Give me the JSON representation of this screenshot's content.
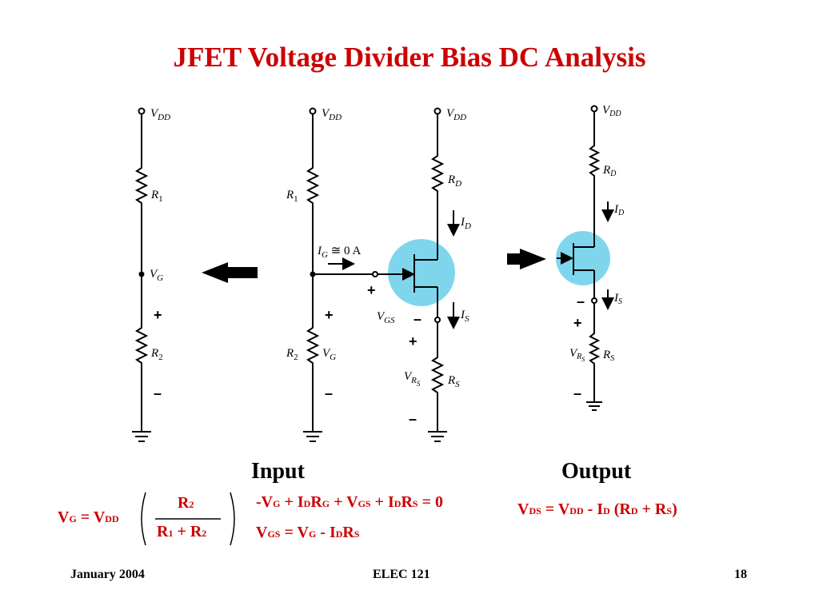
{
  "title": "JFET Voltage Divider Bias DC Analysis",
  "labels": {
    "vdd": "V",
    "vdd_sub": "DD",
    "r1": "R",
    "r1_sub": "1",
    "r2": "R",
    "r2_sub": "2",
    "vg": "V",
    "vg_sub": "G",
    "rd": "R",
    "rd_sub": "D",
    "rs": "R",
    "rs_sub": "S",
    "id": "I",
    "id_sub": "D",
    "is": "I",
    "is_sub": "S",
    "ig": "I",
    "ig_sub": "G",
    "ig_value": " ≅ 0 A",
    "vgs": "V",
    "vgs_sub": "GS",
    "vrs": "V",
    "vrs_sub": "R",
    "vrs_sub2": "S",
    "plus": "+",
    "minus": "–"
  },
  "captions": {
    "input": "Input",
    "output": "Output"
  },
  "equations": {
    "vg_lhs": "V",
    "vg_lhs_sub": "G",
    "vg_eq": " = V",
    "vg_eq_sub": "DD",
    "frac_num": "R",
    "frac_num_sub": "2",
    "frac_den_a": "R",
    "frac_den_a_sub": "1",
    "frac_den_plus": " + R",
    "frac_den_b_sub": "2",
    "kvl_1": "-V",
    "kvl_1_sub": "G",
    "kvl_2": " + I",
    "kvl_2_sub": "D",
    "kvl_3": "R",
    "kvl_3_sub": "G",
    "kvl_4": " + V",
    "kvl_4_sub": "GS",
    "kvl_5": " + I",
    "kvl_5_sub": "D",
    "kvl_6": "R",
    "kvl_6_sub": "S",
    "kvl_7": " = 0",
    "vgs_1": "V",
    "vgs_1_sub": "GS",
    "vgs_2": " = V",
    "vgs_2_sub": "G",
    "vgs_3": " - I",
    "vgs_3_sub": "D",
    "vgs_4": "R",
    "vgs_4_sub": "S",
    "vds_1": "V",
    "vds_1_sub": "DS",
    "vds_2": " = V",
    "vds_2_sub": "DD",
    "vds_3": " - I",
    "vds_3_sub": "D",
    "vds_4": " (R",
    "vds_4_sub": "D",
    "vds_5": " + R",
    "vds_5_sub": "S",
    "vds_6": ")"
  },
  "footer": {
    "date": "January 2004",
    "course": "ELEC 121",
    "page": "18"
  },
  "colors": {
    "title": "#cc0000",
    "equations": "#cc0000",
    "highlight": "#7fd6ec"
  }
}
